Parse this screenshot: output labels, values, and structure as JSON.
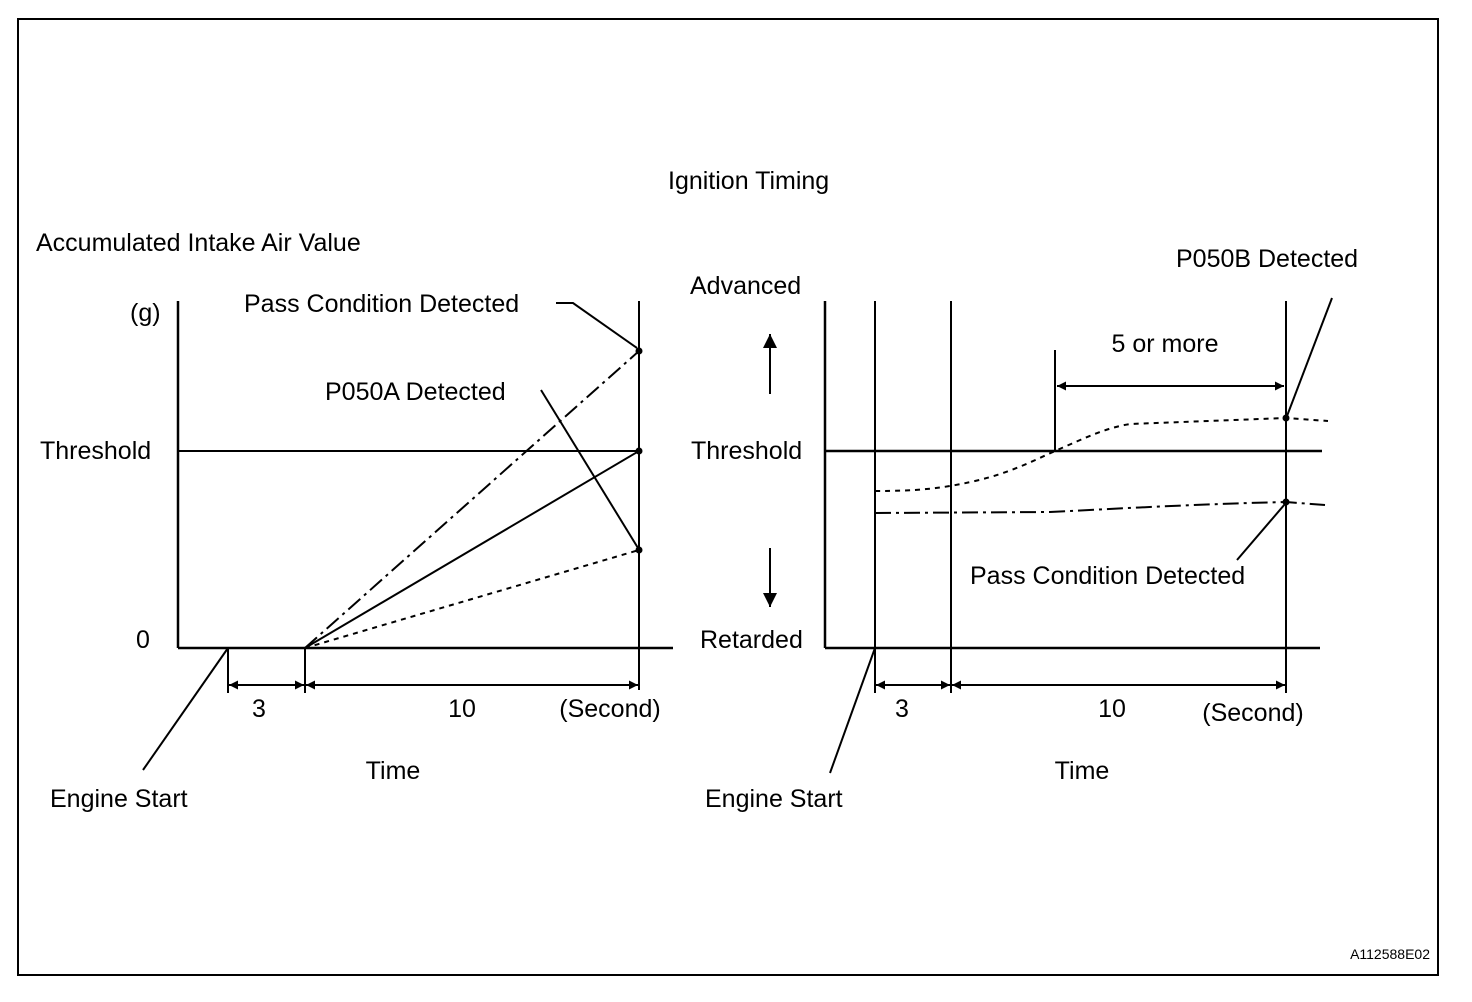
{
  "figure_id": "A112588E02",
  "left_panel": {
    "title": "Accumulated Intake Air Value",
    "unit": "(g)",
    "threshold_label": "Threshold",
    "zero_label": "0",
    "pass_label": "Pass Condition Detected",
    "fail_label": "P050A Detected",
    "interval_short": "3",
    "interval_long": "10",
    "time_unit": "(Second)",
    "axis_label": "Time",
    "engine_start": "Engine Start"
  },
  "right_panel": {
    "title": "Ignition Timing",
    "advanced_label": "Advanced",
    "threshold_label": "Threshold",
    "retarded_label": "Retarded",
    "fail_label": "P050B Detected",
    "duration_label": "5 or more",
    "pass_label": "Pass Condition Detected",
    "interval_short": "3",
    "interval_long": "10",
    "time_unit": "(Second)",
    "axis_label": "Time",
    "engine_start": "Engine Start"
  },
  "colors": {
    "line": "#000000",
    "background": "#ffffff"
  }
}
